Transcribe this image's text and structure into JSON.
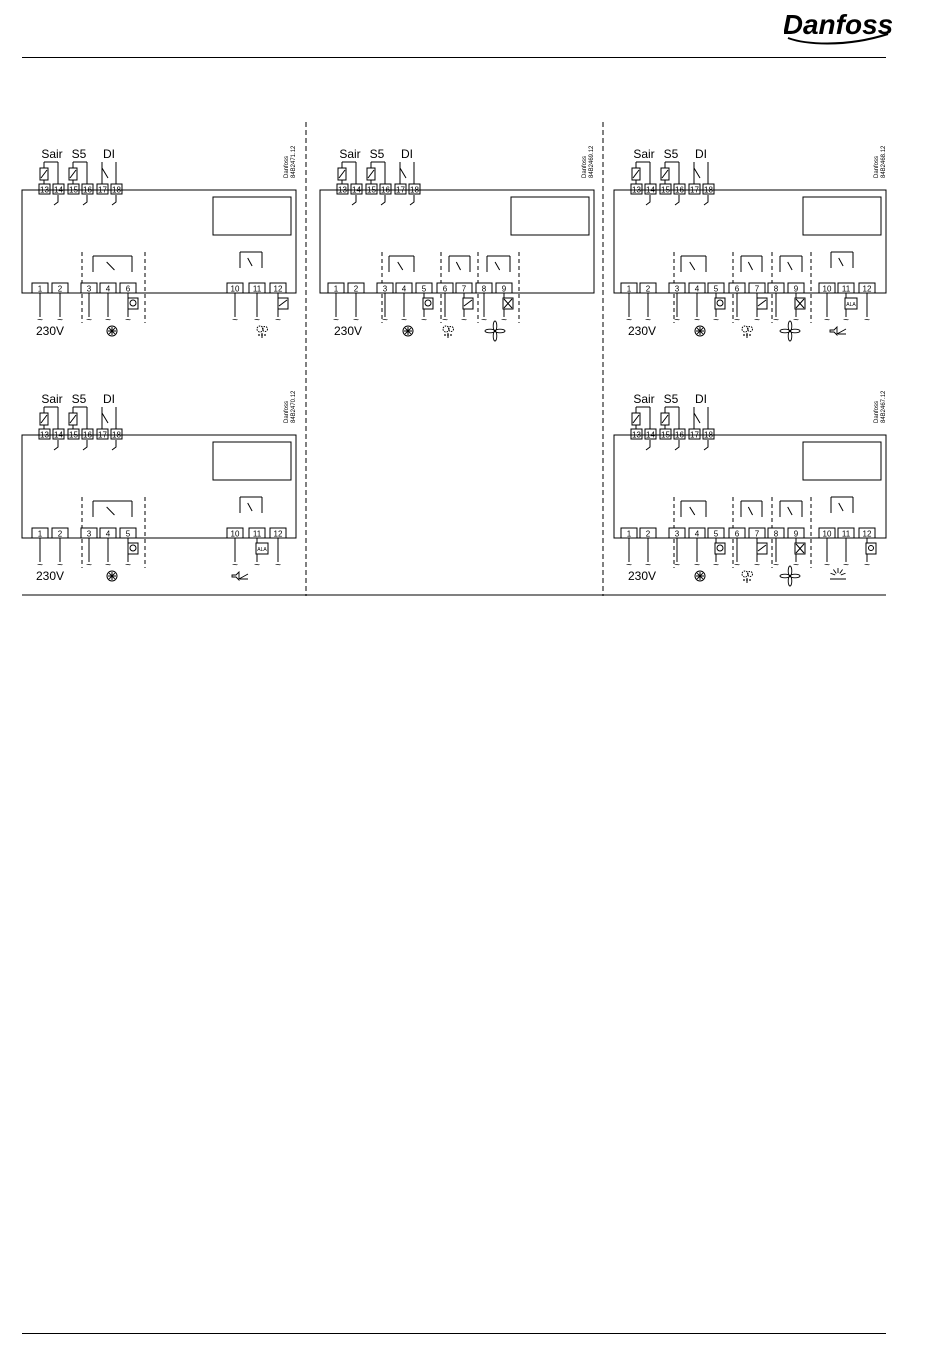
{
  "header": {
    "logo_text": "Danfoss"
  },
  "labels": {
    "sensor_air": "Sair",
    "sensor_s5": "S5",
    "digital_input": "DI",
    "supply_voltage": "230V",
    "tilde": "~",
    "alarm_box": "ALA"
  },
  "diagrams": [
    {
      "id": "d1",
      "code_line1": "Danfoss",
      "code_line2": "84B2471.12",
      "sensor_terminals": [
        "13",
        "14",
        "15",
        "16",
        "17",
        "18"
      ],
      "bottom_terminals": [
        "1",
        "2",
        "3",
        "4",
        "6",
        "10",
        "11",
        "12"
      ],
      "load_icons": [
        "compressor-icon",
        "defrost-heater-icon"
      ]
    },
    {
      "id": "d2",
      "code_line1": "Danfoss",
      "code_line2": "84B2469.12",
      "sensor_terminals": [
        "13",
        "14",
        "15",
        "16",
        "17",
        "18"
      ],
      "bottom_terminals": [
        "1",
        "2",
        "3",
        "4",
        "5",
        "6",
        "7",
        "8",
        "9"
      ],
      "load_icons": [
        "compressor-icon",
        "defrost-heater-icon",
        "fan-icon"
      ]
    },
    {
      "id": "d3",
      "code_line1": "Danfoss",
      "code_line2": "84B2468.12",
      "sensor_terminals": [
        "13",
        "14",
        "15",
        "16",
        "17",
        "18"
      ],
      "bottom_terminals": [
        "1",
        "2",
        "3",
        "4",
        "5",
        "6",
        "7",
        "8",
        "9",
        "10",
        "11",
        "12"
      ],
      "load_icons": [
        "compressor-icon",
        "defrost-heater-icon",
        "fan-icon",
        "alarm-icon"
      ]
    },
    {
      "id": "d4",
      "code_line1": "Danfoss",
      "code_line2": "84B2470.12",
      "sensor_terminals": [
        "13",
        "14",
        "15",
        "16",
        "17",
        "18"
      ],
      "bottom_terminals": [
        "1",
        "2",
        "3",
        "4",
        "5",
        "10",
        "11",
        "12"
      ],
      "load_icons": [
        "compressor-icon",
        "alarm-icon"
      ]
    },
    {
      "id": "d5",
      "code_line1": "Danfoss",
      "code_line2": "84B2467.12",
      "sensor_terminals": [
        "13",
        "14",
        "15",
        "16",
        "17",
        "18"
      ],
      "bottom_terminals": [
        "1",
        "2",
        "3",
        "4",
        "5",
        "6",
        "7",
        "8",
        "9",
        "10",
        "11",
        "12"
      ],
      "load_icons": [
        "compressor-icon",
        "defrost-heater-icon",
        "fan-icon",
        "light-icon"
      ]
    }
  ]
}
